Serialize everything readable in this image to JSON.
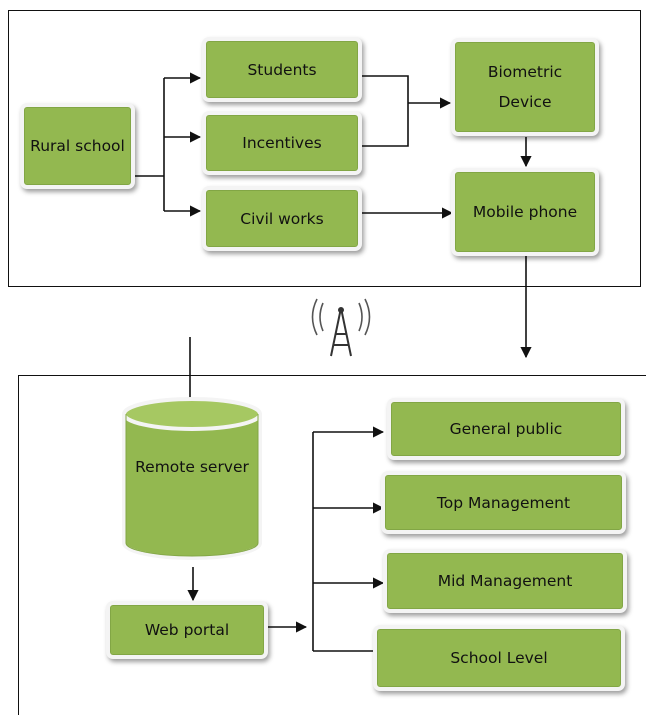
{
  "nodes": {
    "rural_school": "Rural school",
    "students": "Students",
    "incentives": "Incentives",
    "civil_works": "Civil works",
    "biometric_device": "Biometric Device",
    "mobile_phone": "Mobile phone",
    "remote_server": "Remote server",
    "web_portal": "Web portal",
    "general_public": "General public",
    "top_management": "Top Management",
    "mid_management": "Mid Management",
    "school_level": "School Level"
  },
  "icons": {
    "transmission": "antenna-tower-icon"
  },
  "colors": {
    "node_fill": "#93b850",
    "node_border": "#f4f4f4",
    "edge": "#111111"
  }
}
